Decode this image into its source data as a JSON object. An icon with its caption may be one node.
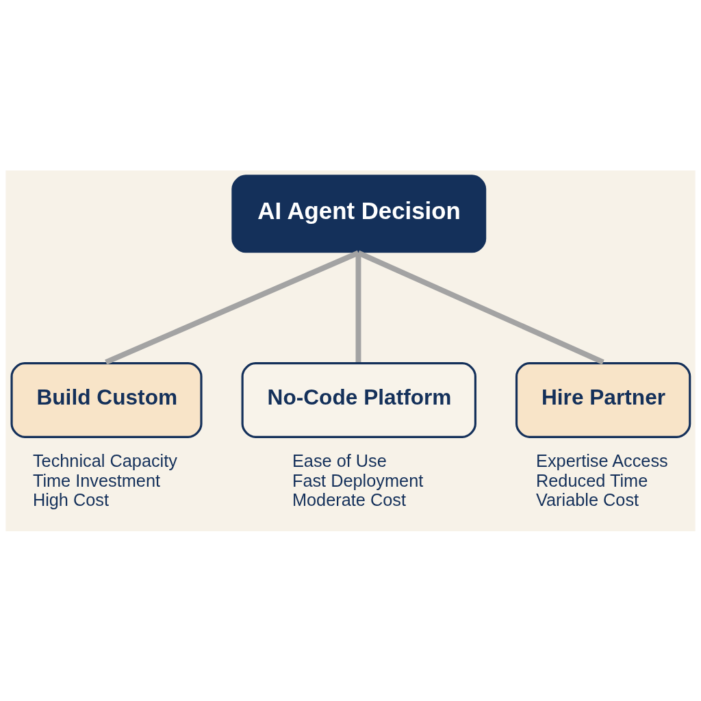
{
  "diagram": {
    "nodes": [
      {
        "text": [
          "AI Agent Decision"
        ]
      },
      {
        "text": [
          "Build Custom"
        ],
        "beside": [
          "Technical Capacity",
          "Time Investment",
          "High Cost"
        ]
      },
      {
        "text": [
          "No-Code Platform"
        ],
        "beside": [
          "Ease of Use",
          "Fast Deployment",
          "Moderate Cost"
        ]
      },
      {
        "text": [
          "Hire Partner"
        ],
        "beside": [
          "Expertise Access",
          "Reduced Time",
          "Variable Cost"
        ]
      }
    ],
    "edges": [
      {
        "from": 0,
        "to": 1,
        "arrow": "none"
      },
      {
        "from": 0,
        "to": 2,
        "arrow": "none"
      },
      {
        "from": 0,
        "to": 3,
        "arrow": "none"
      }
    ]
  }
}
